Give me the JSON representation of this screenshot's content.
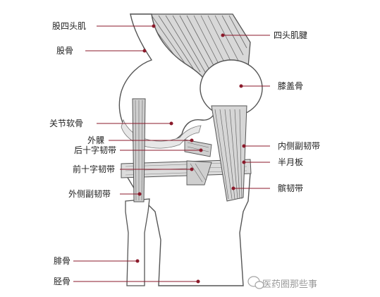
{
  "labels_left": {
    "quadriceps": "股四头肌",
    "femur": "股骨",
    "articular_cartilage": "关节软骨",
    "lateral_meniscus": "外髁",
    "pcl": "后十字韧带",
    "acl": "前十字韧带",
    "lcl": "外侧副韧带",
    "fibula": "腓骨",
    "tibia": "胫骨"
  },
  "labels_right": {
    "quadriceps_tendon": "四头肌腱",
    "patella": "膝盖骨",
    "mcl": "内侧副韧带",
    "meniscus": "半月板",
    "patellar_ligament": "髌韧带"
  },
  "watermark": "医药圈那些事",
  "colors": {
    "pointer": "#8b1a2b",
    "outline": "#555555",
    "fiber": "#6a6a6a",
    "accent": "#b03a4a"
  }
}
